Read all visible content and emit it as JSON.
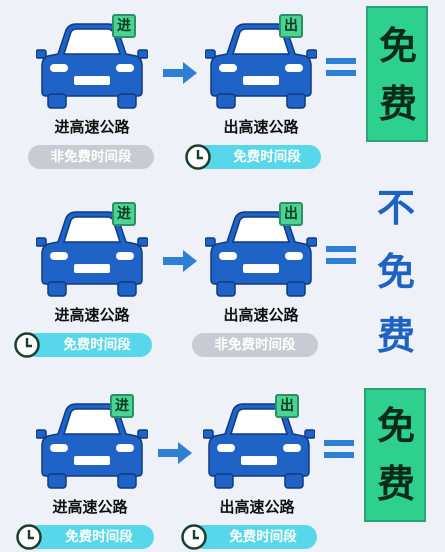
{
  "colors": {
    "car": "#1f63c6",
    "tag": "#4bd394",
    "free_pill": "#58d7ea",
    "nonfree_pill": "#c9cbd2",
    "result_green": "#2ed08f",
    "result_blue": "#1c63c4",
    "arrow": "#2f7fd6"
  },
  "rows": [
    {
      "entry": {
        "tag": "进",
        "label": "进高速公路",
        "time": "非免费时间段",
        "time_free": false
      },
      "exit": {
        "tag": "出",
        "label": "出高速公路",
        "time": "免费时间段",
        "time_free": true
      },
      "result": [
        "免",
        "费"
      ]
    },
    {
      "entry": {
        "tag": "进",
        "label": "进高速公路",
        "time": "免费时间段",
        "time_free": true
      },
      "exit": {
        "tag": "出",
        "label": "出高速公路",
        "time": "非免费时间段",
        "time_free": false
      },
      "result": [
        "不",
        "免",
        "费"
      ]
    },
    {
      "entry": {
        "tag": "进",
        "label": "进高速公路",
        "time": "免费时间段",
        "time_free": true
      },
      "exit": {
        "tag": "出",
        "label": "出高速公路",
        "time": "免费时间段",
        "time_free": true
      },
      "result": [
        "免",
        "费"
      ]
    }
  ]
}
